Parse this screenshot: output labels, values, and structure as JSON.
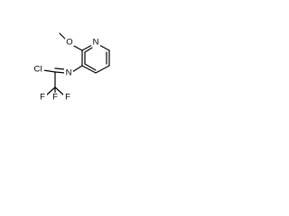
{
  "molecule": {
    "atoms": {
      "o": "O",
      "n_ring": "N",
      "n_imine": "N",
      "cl": "Cl",
      "f1": "F",
      "f2": "F",
      "f3": "F"
    },
    "colors": {
      "bond": "#000000",
      "label": "#000000",
      "background": "#ffffff"
    }
  }
}
